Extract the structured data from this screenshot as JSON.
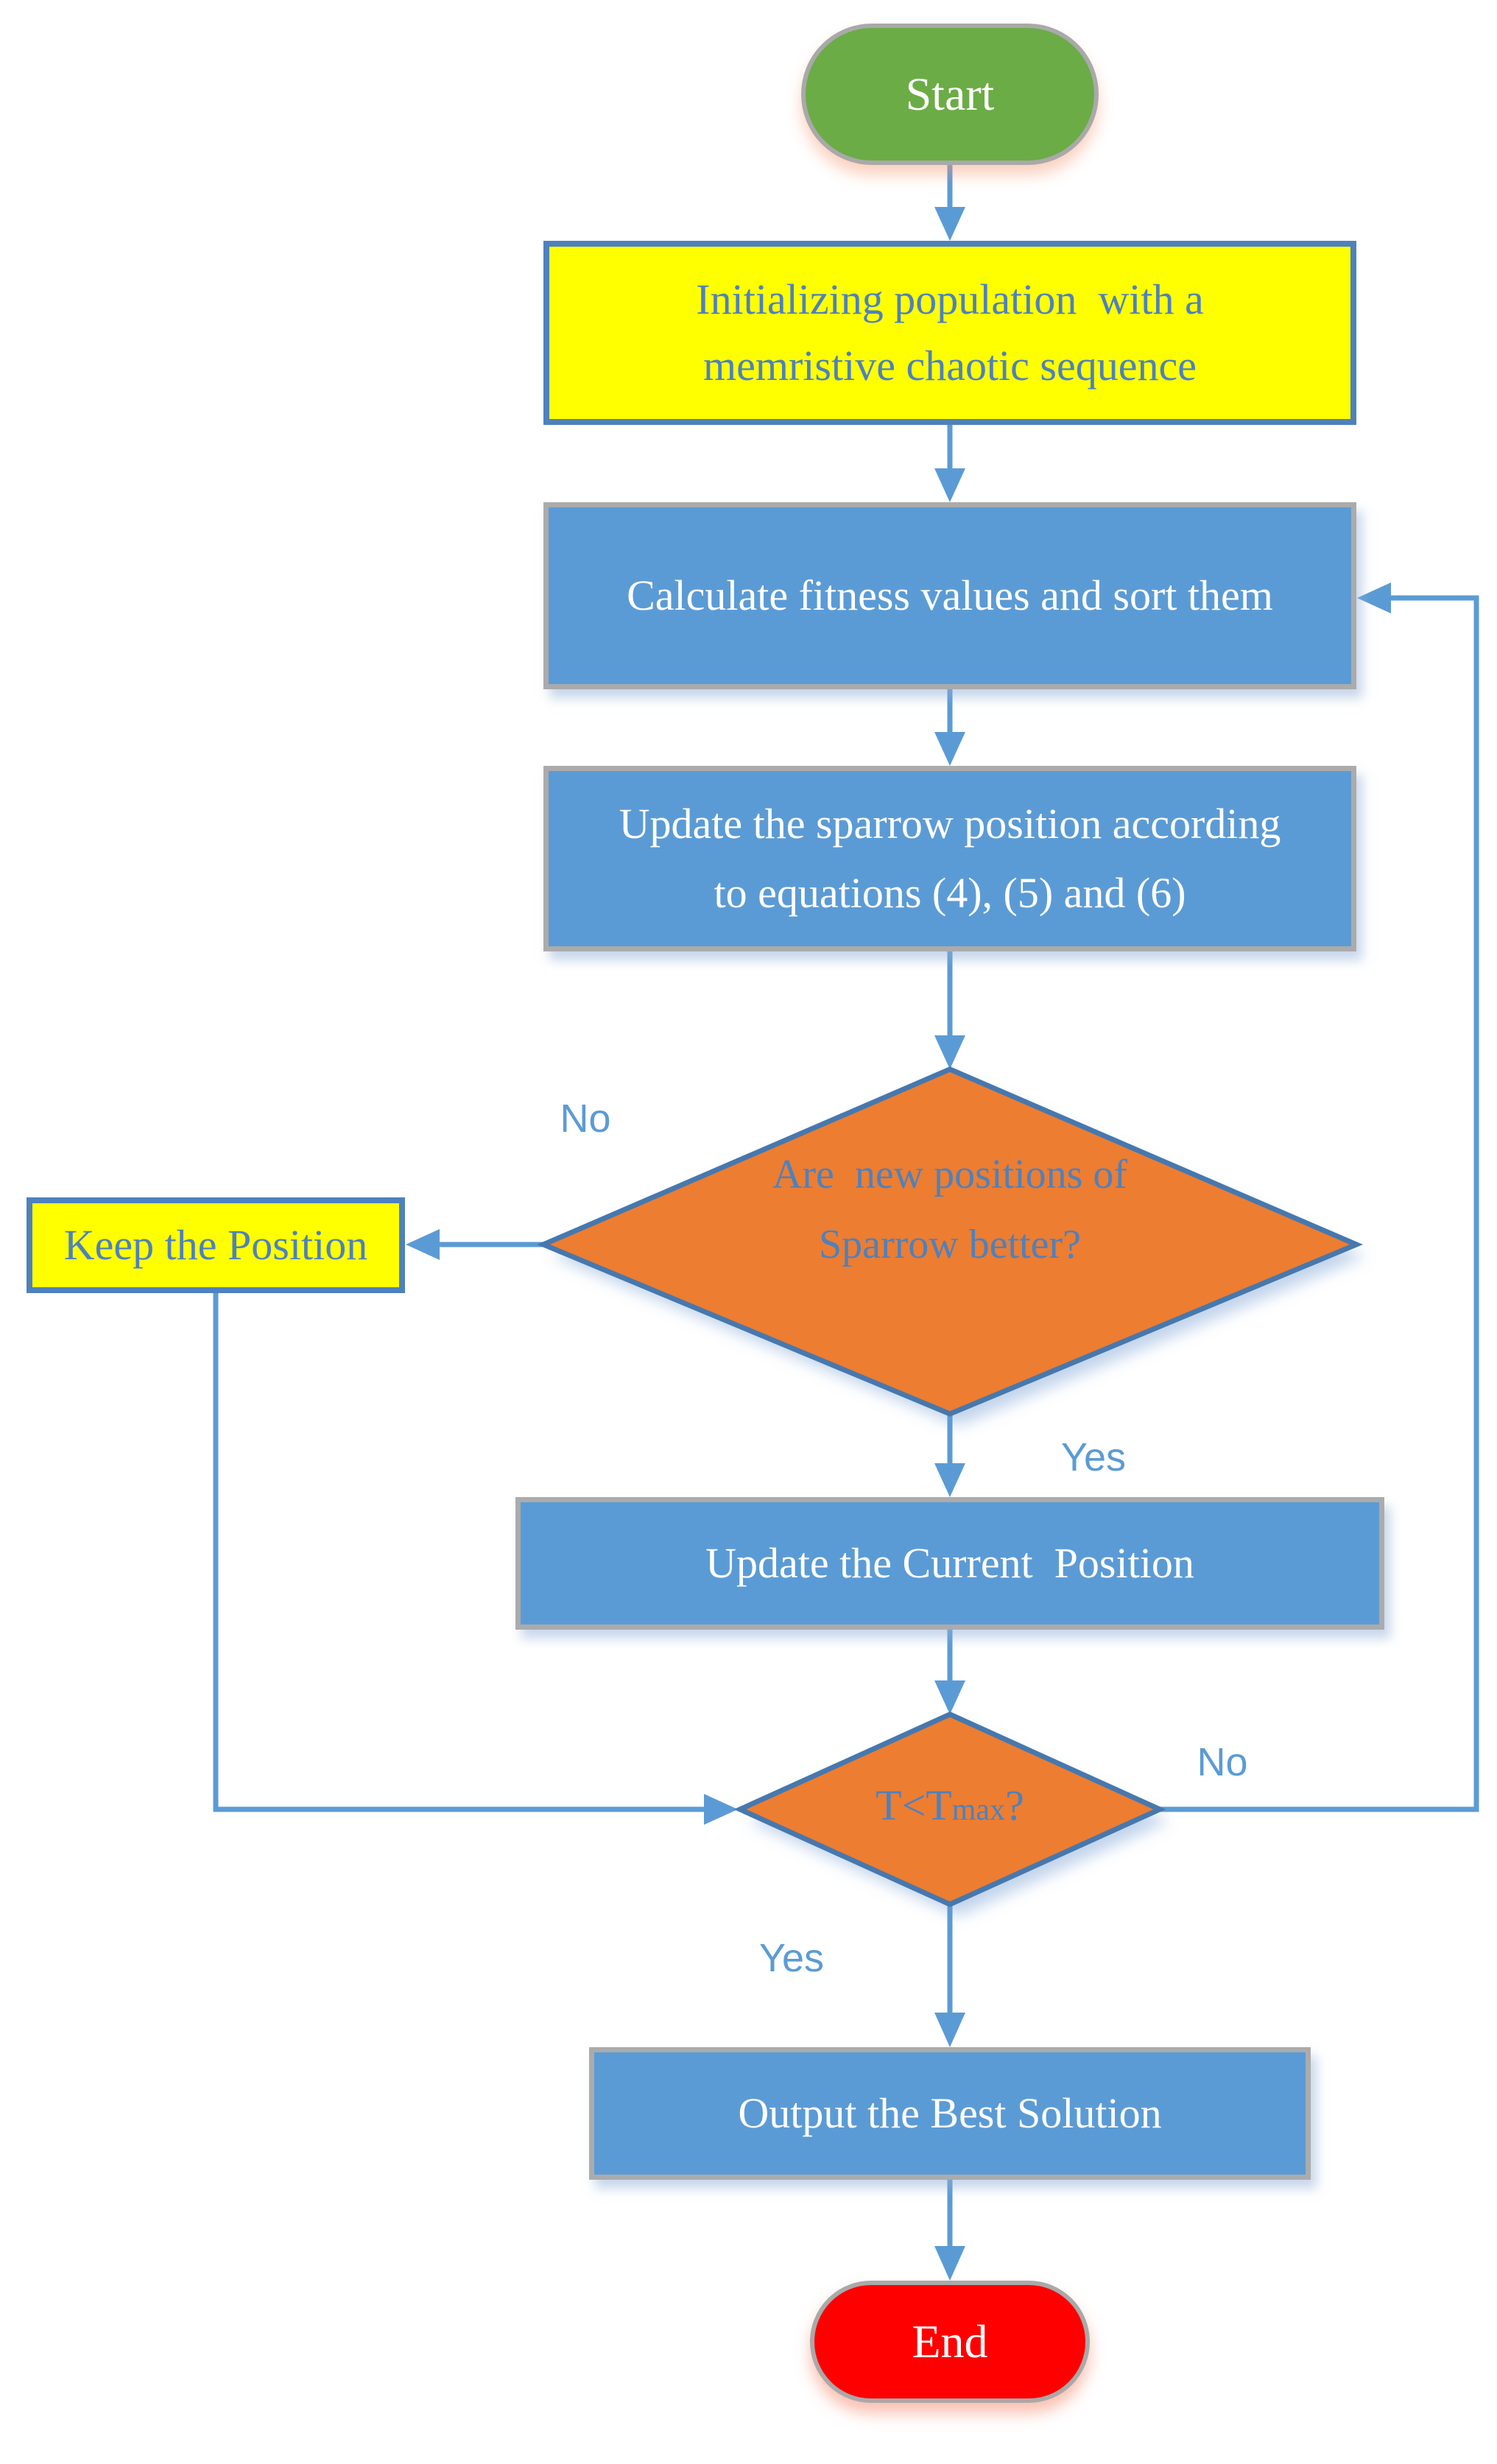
{
  "title": "Sparrow search algorithm flowchart",
  "palette": {
    "start_green": "#6bac46",
    "end_red": "#ff0000",
    "process_blue": "#5b9bd5",
    "process_yellow": "#ffff00",
    "diamond_orange": "#ed7d31",
    "diamond_border_blue": "#4678ae",
    "connector_blue": "#5b9bd5",
    "gray_border": "#ababab",
    "blue_text": "#4e81bd",
    "white_text": "#ffffff"
  },
  "nodes": {
    "start": {
      "label": "Start",
      "type": "terminator"
    },
    "init": {
      "label": "Initializing population  with a\nmemristive chaotic sequence",
      "type": "process"
    },
    "calculate": {
      "label": "Calculate fitness values and sort them",
      "type": "process"
    },
    "update_sparrow": {
      "label": "Update the sparrow position according\nto equations (4), (5) and (6)",
      "type": "process"
    },
    "positions_better": {
      "label": "Are  new positions of\nSparrow better?",
      "type": "decision"
    },
    "keep_position": {
      "label": "Keep the Position",
      "type": "process"
    },
    "update_current": {
      "label": "Update the Current  Position",
      "type": "process"
    },
    "t_tmax": {
      "prefix": "T<T",
      "sub": "max",
      "suffix": "?",
      "type": "decision"
    },
    "output": {
      "label": "Output the Best Solution",
      "type": "process"
    },
    "end": {
      "label": "End",
      "type": "terminator"
    }
  },
  "edge_labels": {
    "positions_no": "No",
    "positions_yes": "Yes",
    "tmax_no": "No",
    "tmax_yes": "Yes"
  }
}
